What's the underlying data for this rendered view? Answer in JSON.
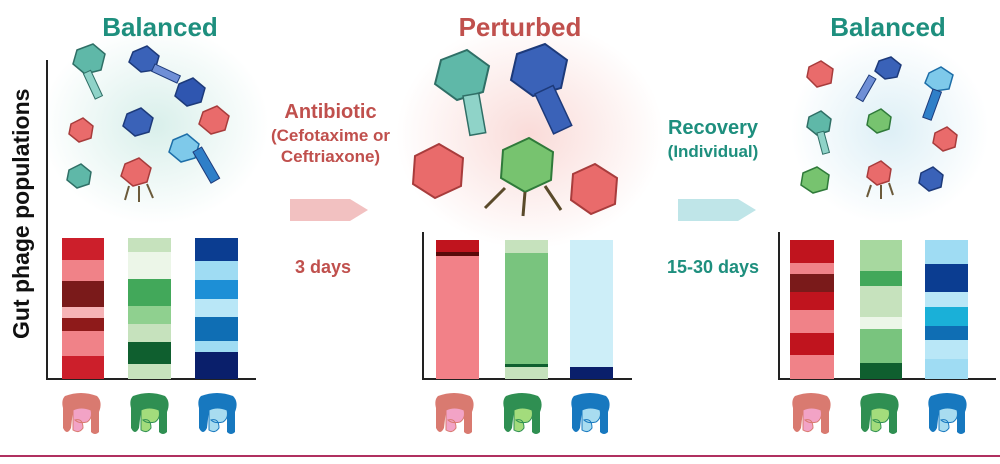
{
  "y_axis_label": "Gut phage populations",
  "panels": [
    {
      "title": "Balanced",
      "title_color": "#1e8f7e",
      "bars": [
        [
          "#cc1f2b",
          "#f08288",
          "#7a1a1a",
          "#f6b3b6",
          "#8e1a1a",
          "#f08288",
          "#cc1f2b"
        ],
        [
          "#c6e2bd",
          "#ecf6e8",
          "#42a85a",
          "#8fd08f",
          "#c6e2bd",
          "#0f5f2f",
          "#c6e2bd"
        ],
        [
          "#0b3d91",
          "#9fdcf3",
          "#1d8fd6",
          "#b9e7f7",
          "#0f6eb4",
          "#9fdcf3",
          "#0a1f6b"
        ]
      ]
    },
    {
      "title": "Perturbed",
      "title_color": "#c0504d",
      "bars": [
        [
          "#c0141e",
          "#5a0a0a",
          "#f28188"
        ],
        [
          "#c6e2bd",
          "#79c47e",
          "#0f5f2f",
          "#c6e2bd"
        ],
        [
          "#cdeef8",
          "#0a1f6b"
        ]
      ]
    },
    {
      "title": "Balanced",
      "title_color": "#1e8f7e",
      "bars": [
        [
          "#c0141e",
          "#f08288",
          "#7a1a1a",
          "#c0141e",
          "#f08288",
          "#c0141e",
          "#f08288"
        ],
        [
          "#a7d89f",
          "#42a85a",
          "#c6e2bd",
          "#ecf6e8",
          "#79c47e",
          "#0f5f2f"
        ],
        [
          "#9fdcf3",
          "#0b3d91",
          "#b9e7f7",
          "#1ab0d8",
          "#0f6eb4",
          "#b9e7f7",
          "#9fdcf3"
        ]
      ]
    }
  ],
  "transitions": [
    {
      "lines": [
        "Antibiotic",
        "(Cefotaxime or",
        "Ceftriaxone)"
      ],
      "duration": "3 days",
      "color": "#c0504d",
      "arrow_color": "#f2c1c1"
    },
    {
      "lines": [
        "Recovery",
        "(Individual)"
      ],
      "duration": "15-30 days",
      "color": "#1e8f7e",
      "arrow_color": "#bfe5e8"
    }
  ],
  "gut_icon_colors": [
    "#f2a3c6",
    "#a3dc7c",
    "#a8dcf0"
  ],
  "gut_outline_colors": [
    "#d97a70",
    "#2f8f52",
    "#1778bf"
  ],
  "phage_colors": {
    "red": "#e96b6b",
    "teal": "#5fb8a8",
    "blue": "#3a62b8",
    "lightblue": "#7ec9ea",
    "green": "#77c36f",
    "tail": "#6b5a3a"
  }
}
